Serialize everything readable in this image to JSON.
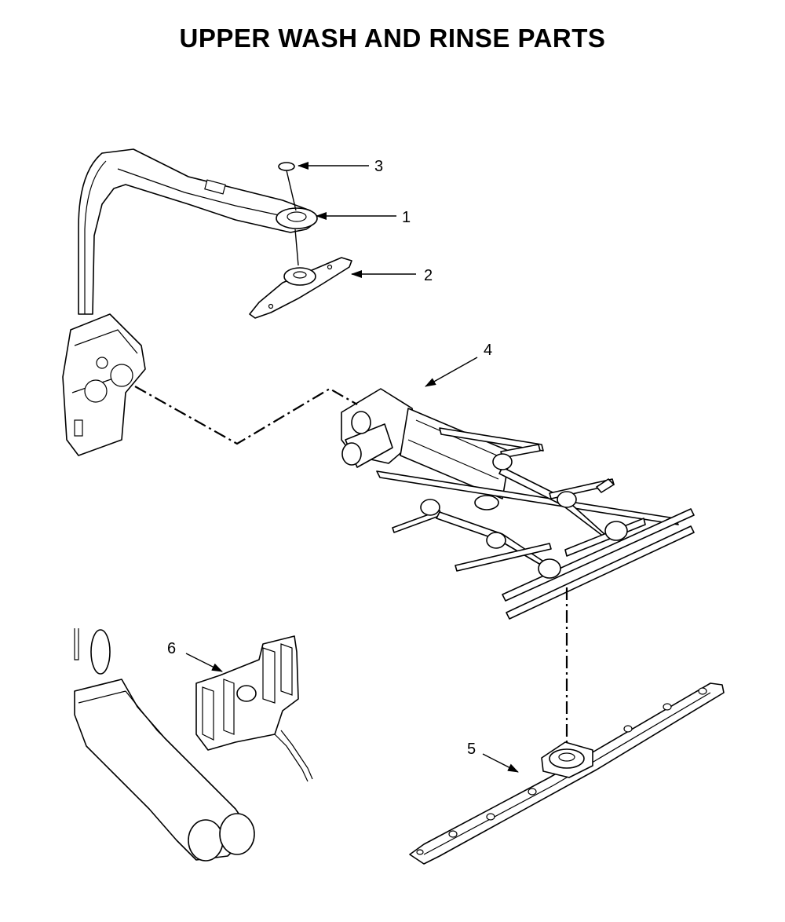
{
  "title": "UPPER WASH AND RINSE PARTS",
  "callouts": [
    "1",
    "2",
    "3",
    "4",
    "5",
    "6"
  ]
}
